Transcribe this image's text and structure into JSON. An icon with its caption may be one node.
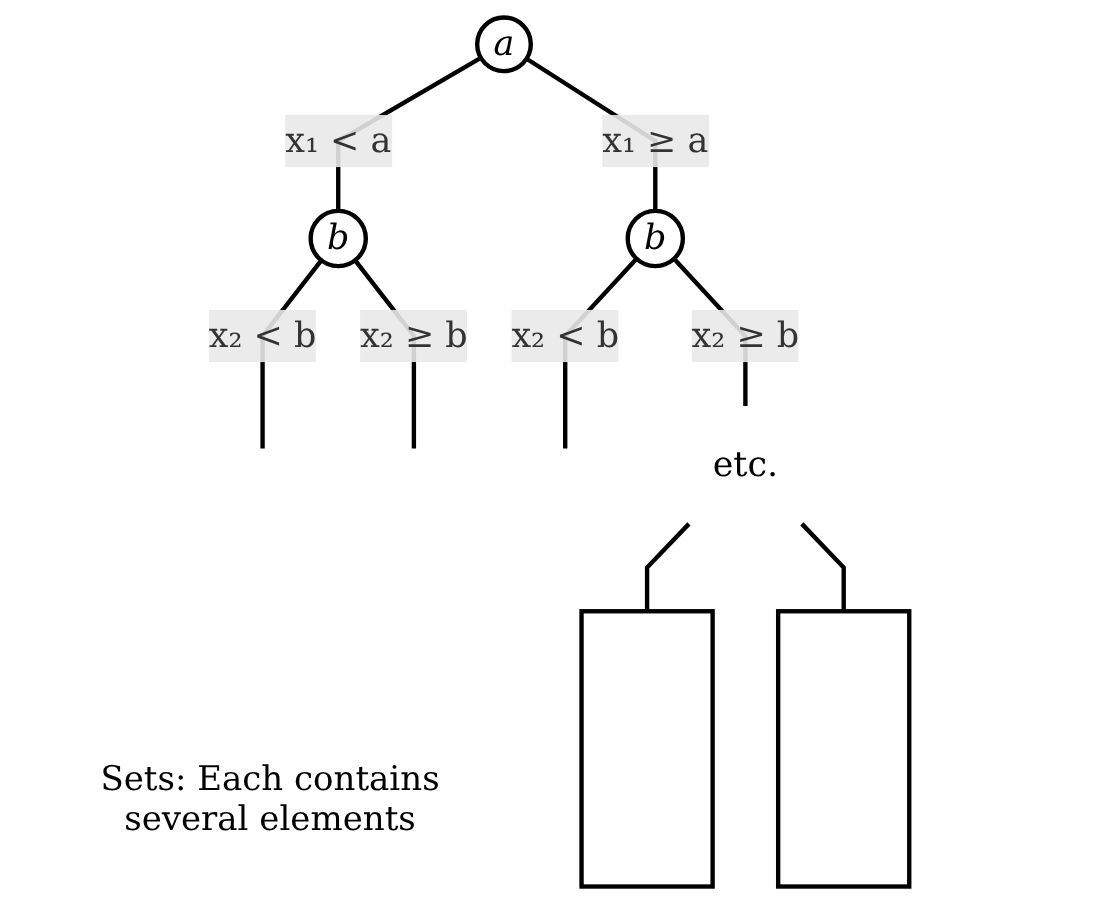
{
  "diagram": {
    "nodes": [
      {
        "text": [
          "a"
        ]
      },
      {
        "text": [
          "b"
        ]
      },
      {
        "text": [
          "b"
        ]
      },
      {
        "text": [
          "etc."
        ]
      },
      {
        "text": [],
        "shape": "box"
      },
      {
        "text": [],
        "shape": "box"
      }
    ],
    "edges": [
      {
        "from": 0,
        "to": 1,
        "arrow": "none",
        "label": "x₁ < a"
      },
      {
        "from": 0,
        "to": 2,
        "arrow": "none",
        "label": "x₁ ≥ a"
      },
      {
        "from": 1,
        "to": null,
        "arrow": "none",
        "label": "x₂ < b"
      },
      {
        "from": 1,
        "to": null,
        "arrow": "none",
        "label": "x₂ ≥ b"
      },
      {
        "from": 2,
        "to": null,
        "arrow": "none",
        "label": "x₂ < b"
      },
      {
        "from": 2,
        "to": 3,
        "arrow": "none",
        "label": "x₂ ≥ b"
      },
      {
        "from": 3,
        "to": 4,
        "arrow": "none"
      },
      {
        "from": 3,
        "to": 5,
        "arrow": "none"
      }
    ],
    "labels": [
      "Sets: Each contains several elements"
    ]
  }
}
